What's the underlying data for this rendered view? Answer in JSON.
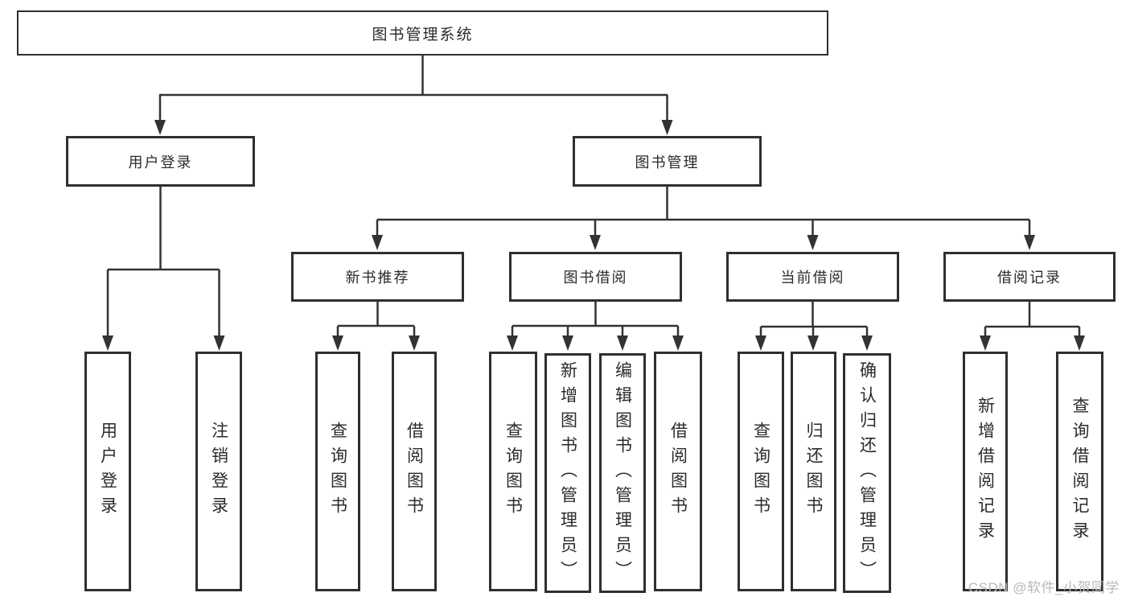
{
  "diagram_title": "图书管理系统",
  "tree": {
    "root": {
      "label": "图书管理系统"
    },
    "level2": [
      {
        "label": "用户登录",
        "parent": "图书管理系统"
      },
      {
        "label": "图书管理",
        "parent": "图书管理系统"
      }
    ],
    "level3": [
      {
        "label": "新书推荐",
        "parent": "图书管理"
      },
      {
        "label": "图书借阅",
        "parent": "图书管理"
      },
      {
        "label": "当前借阅",
        "parent": "图书管理"
      },
      {
        "label": "借阅记录",
        "parent": "图书管理"
      }
    ],
    "leaves": [
      {
        "label": "用户登录",
        "parent": "用户登录"
      },
      {
        "label": "注销登录",
        "parent": "用户登录"
      },
      {
        "label": "查询图书",
        "parent": "新书推荐"
      },
      {
        "label": "借阅图书",
        "parent": "新书推荐"
      },
      {
        "label": "查询图书",
        "parent": "图书借阅"
      },
      {
        "label": "新增图书（管理员）",
        "parent": "图书借阅"
      },
      {
        "label": "编辑图书（管理员）",
        "parent": "图书借阅"
      },
      {
        "label": "借阅图书",
        "parent": "图书借阅"
      },
      {
        "label": "查询图书",
        "parent": "当前借阅"
      },
      {
        "label": "归还图书",
        "parent": "当前借阅"
      },
      {
        "label": "确认归还（管理员）",
        "parent": "当前借阅"
      },
      {
        "label": "新增借阅记录",
        "parent": "借阅记录"
      },
      {
        "label": "查询借阅记录",
        "parent": "借阅记录"
      }
    ]
  },
  "watermark": "CSDN @软件_小贺同学",
  "colors": {
    "line": "#333333",
    "box_border": "#2f2f2f",
    "text": "#2b2b2b",
    "watermark": "#b9b9b9",
    "background": "#ffffff"
  }
}
